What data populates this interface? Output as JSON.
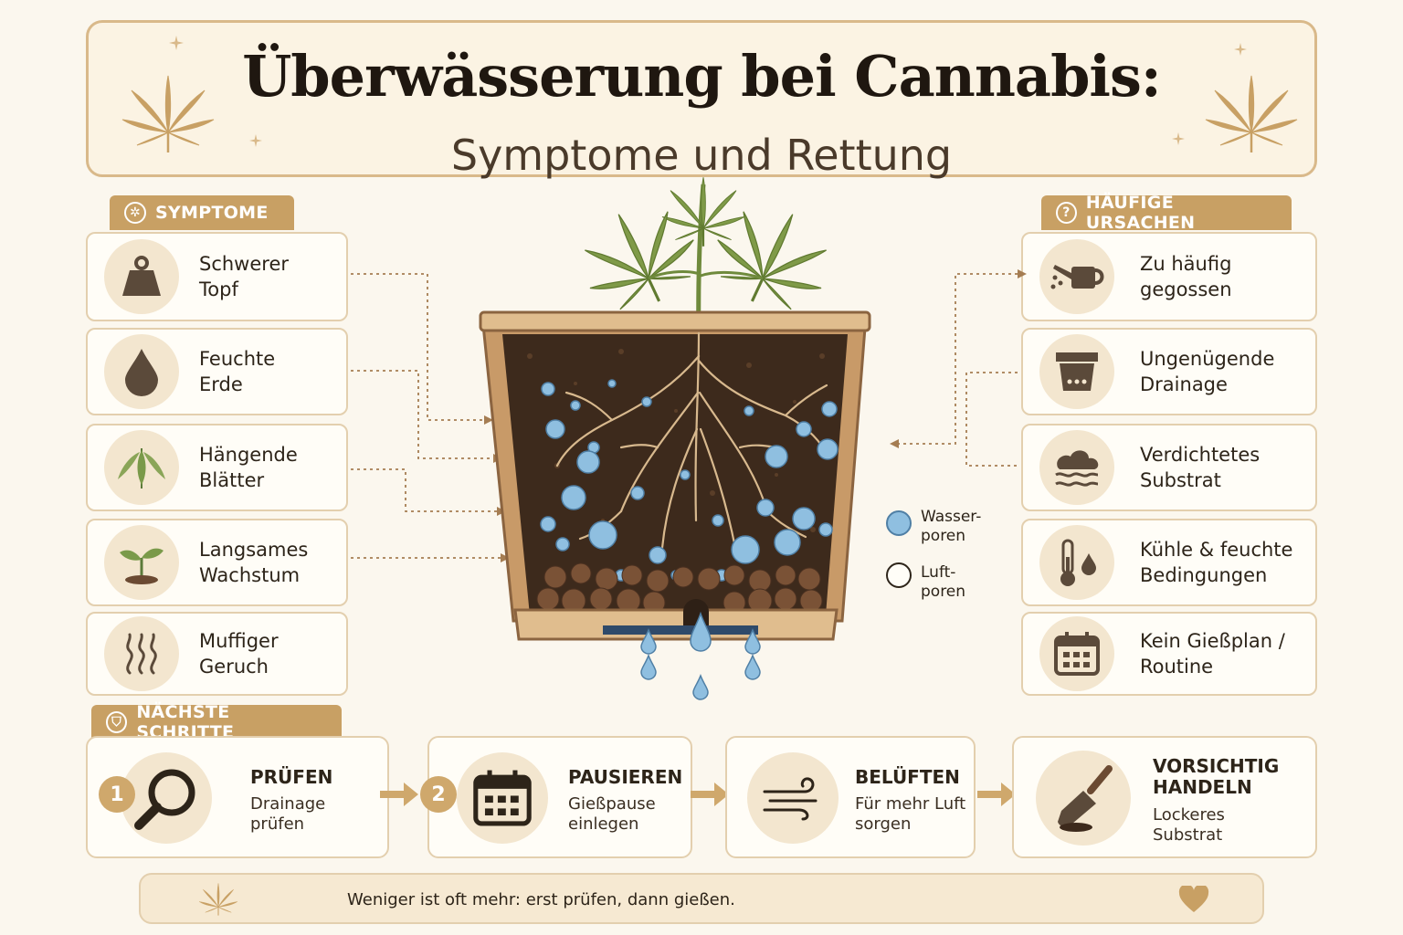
{
  "header": {
    "title": "Überwässerung bei Cannabis:",
    "subtitle": "Symptome und Rettung"
  },
  "symptoms": {
    "heading": "SYMPTOME",
    "items": [
      {
        "label": "Schwerer\nTopf",
        "icon": "weight-icon"
      },
      {
        "label": "Feuchte\nErde",
        "icon": "water-drop-icon"
      },
      {
        "label": "Hängende\nBlätter",
        "icon": "drooping-leaf-icon"
      },
      {
        "label": "Langsames\nWachstum",
        "icon": "seedling-icon"
      },
      {
        "label": "Muffiger\nGeruch",
        "icon": "odor-waves-icon"
      }
    ]
  },
  "causes": {
    "heading": "HÄUFIGE URSACHEN",
    "items": [
      {
        "label": "Zu häufig\ngegossen",
        "icon": "watering-can-icon"
      },
      {
        "label": "Ungenügende\nDrainage",
        "icon": "pot-drainage-icon"
      },
      {
        "label": "Verdichtetes\nSubstrat",
        "icon": "compacted-soil-icon"
      },
      {
        "label": "Kühle & feuchte\nBedingungen",
        "icon": "thermometer-drop-icon"
      },
      {
        "label": "Kein Gießplan /\nRoutine",
        "icon": "calendar-icon"
      }
    ]
  },
  "legend": {
    "water": "Wasser-\nporen",
    "air": "Luft-\nporen"
  },
  "next_steps": {
    "heading": "NÄCHSTE SCHRITTE",
    "steps": [
      {
        "number": "1",
        "title": "PRÜFEN",
        "text": "Drainage\nprüfen",
        "icon": "magnifier-icon"
      },
      {
        "number": "2",
        "title": "PAUSIEREN",
        "text": "Gießpause\neinlegen",
        "icon": "calendar-icon"
      },
      {
        "title": "BELÜFTEN",
        "text": "Für mehr Luft\nsorgen",
        "icon": "wind-icon"
      },
      {
        "title": "VORSICHTIG\nHANDELN",
        "text": "Lockeres\nSubstrat",
        "icon": "trowel-icon"
      }
    ]
  },
  "footer": {
    "text": "Weniger ist oft mehr: erst prüfen, dann gießen."
  },
  "colors": {
    "accent": "#c8a064",
    "border": "#e3cfae",
    "soil": "#3d2a1c",
    "water": "#8fbfe0"
  }
}
